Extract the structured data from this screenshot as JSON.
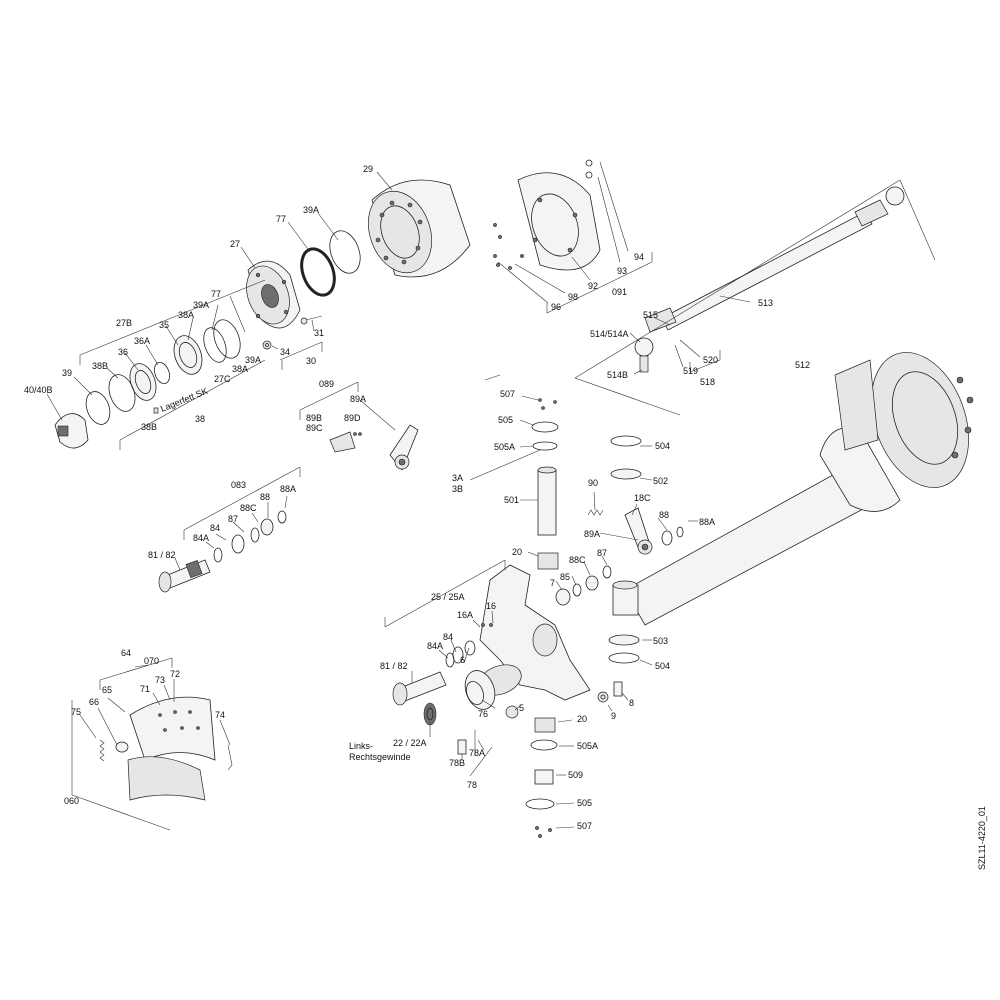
{
  "document_code": "SZL11-4220_01",
  "labels": {
    "l29": "29",
    "l39A_top": "39A",
    "l77_top": "77",
    "l27": "27",
    "l27B": "27B",
    "l39A_mid": "39A",
    "l77_mid": "77",
    "l38A_top": "38A",
    "l35": "35",
    "l36": "36",
    "l36A": "36A",
    "l38B_top": "38B",
    "l39": "39",
    "l40_40B": "40/40B",
    "l31": "31",
    "l34": "34",
    "l30": "30",
    "l39A_low": "39A",
    "l38A_low": "38A",
    "l27C": "27C",
    "l38B_low": "38B",
    "l38": "38",
    "lagerfett": "Lagerfett SK",
    "l94": "94",
    "l93": "93",
    "l091": "091",
    "l92": "92",
    "l98": "98",
    "l96": "96",
    "l513": "513",
    "l515": "515",
    "l514_514A": "514/514A",
    "l520": "520",
    "l519": "519",
    "l514B": "514B",
    "l518": "518",
    "l512": "512",
    "l089": "089",
    "l89A_top": "89A",
    "l89D": "89D",
    "l89B": "89B",
    "l89C": "89C",
    "l507_top": "507",
    "l505_top": "505",
    "l505A_top": "505A",
    "l3A": "3A",
    "l3B": "3B",
    "l501": "501",
    "l504_top": "504",
    "l502": "502",
    "l90": "90",
    "l18C": "18C",
    "l88_right": "88",
    "l88A_right": "88A",
    "l89A_right": "89A",
    "l083": "083",
    "l88A_left": "88A",
    "l88_left": "88",
    "l88C_left": "88C",
    "l87_left": "87",
    "l84_left": "84",
    "l84A_left": "84A",
    "l81_82_top": "81 / 82",
    "l20_top": "20",
    "l88C_mid": "88C",
    "l87_mid": "87",
    "l7": "7",
    "l85": "85",
    "l25_25A": "25 / 25A",
    "l16A": "16A",
    "l16": "16",
    "l84_mid": "84",
    "l84A_mid": "84A",
    "l6": "6",
    "l81_82_mid": "81 / 82",
    "l503": "503",
    "l504_low": "504",
    "l8": "8",
    "l9": "9",
    "l5": "5",
    "l76": "76",
    "l20_low": "20",
    "l22_22A": "22 / 22A",
    "links": "Links-",
    "rechts": "Rechtsgewinde",
    "l78A": "78A",
    "l78B": "78B",
    "l78": "78",
    "l505A_low": "505A",
    "l509": "509",
    "l505_low": "505",
    "l507_low": "507",
    "l64": "64",
    "l070": "070",
    "l72": "72",
    "l73": "73",
    "l71": "71",
    "l65": "65",
    "l66": "66",
    "l75": "75",
    "l74": "74",
    "l060": "060"
  }
}
